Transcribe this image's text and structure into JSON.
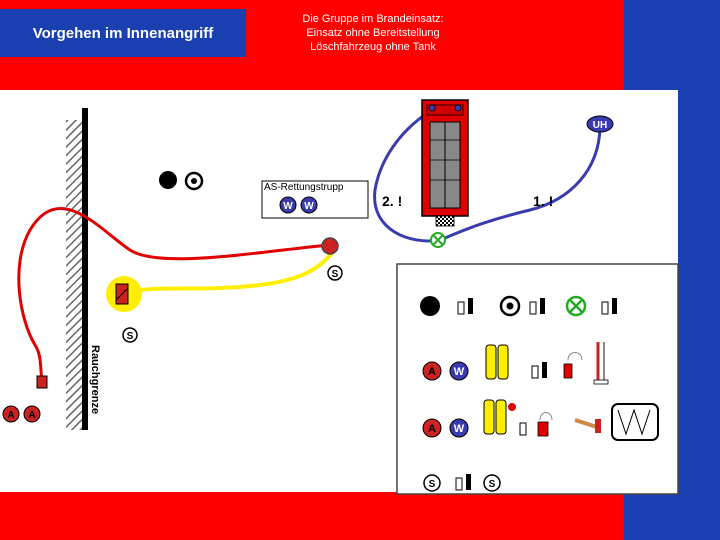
{
  "header": {
    "title": "Vorgehen im Innenangriff",
    "subtitle_lines": [
      "Die Gruppe im Brandeinsatz:",
      "Einsatz ohne Bereitstellung",
      "Löschfahrzeug ohne Tank"
    ]
  },
  "labels": {
    "rescue_team": "AS-Rettungstrupp",
    "rauchgrenze": "Rauchgrenze",
    "first": "1. !",
    "second": "2. !",
    "hydrant": "UH",
    "w": "W",
    "a": "A",
    "s": "S"
  },
  "colors": {
    "background": "#ff0000",
    "panel": "#ffffff",
    "blue": "#1a3fb0",
    "hose_blue": "#3b3bb0",
    "hose_red": "#e00000",
    "hose_yellow": "#ffee00",
    "green": "#22aa22"
  }
}
